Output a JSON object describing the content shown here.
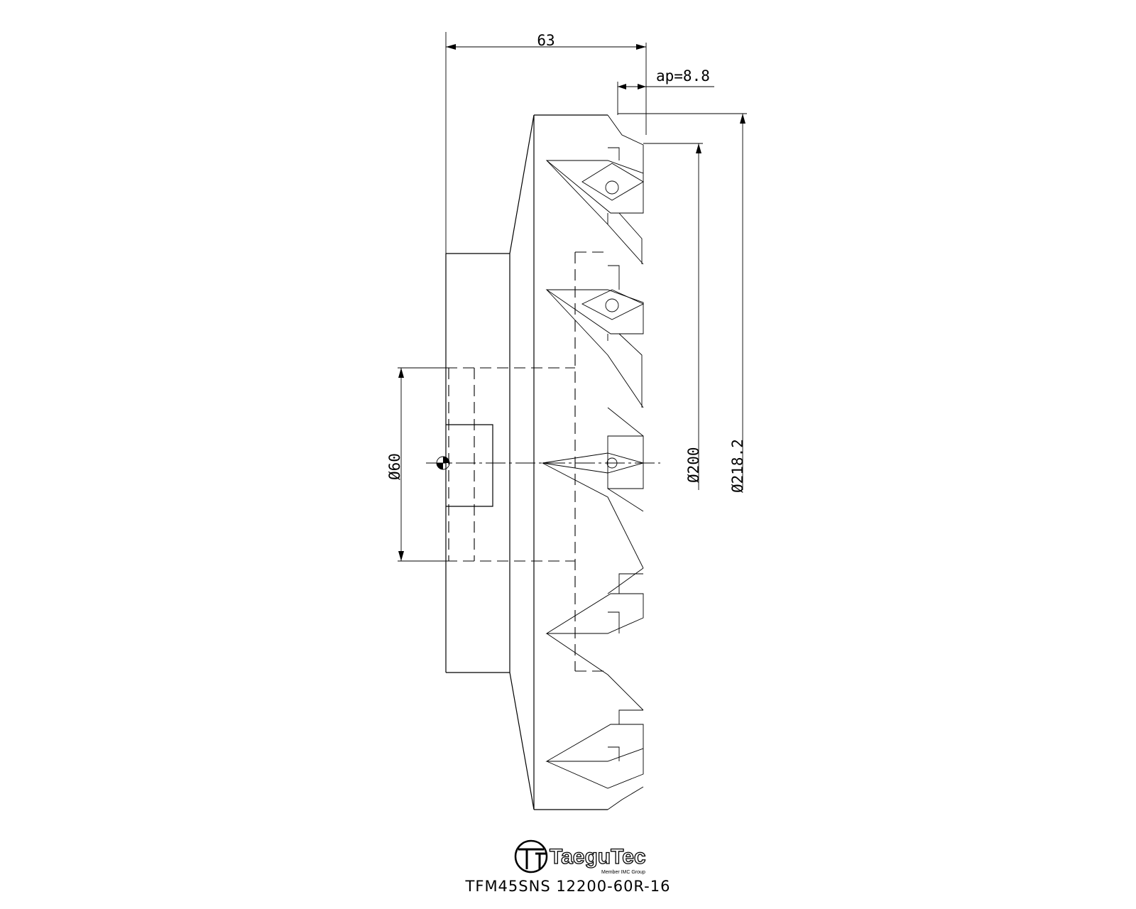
{
  "dimensions": {
    "length": "63",
    "depth": "ap=8.8",
    "bore": "Ø60",
    "cutter_dia": "Ø200",
    "outer_dia": "Ø218.2"
  },
  "logo": {
    "brand": "TaeguTec",
    "tagline": "Member IMC Group",
    "icon": "taegutec-logo-icon"
  },
  "part_number": "TFM45SNS 12200-60R-16",
  "colors": {
    "line": "#000000",
    "background": "#ffffff"
  }
}
